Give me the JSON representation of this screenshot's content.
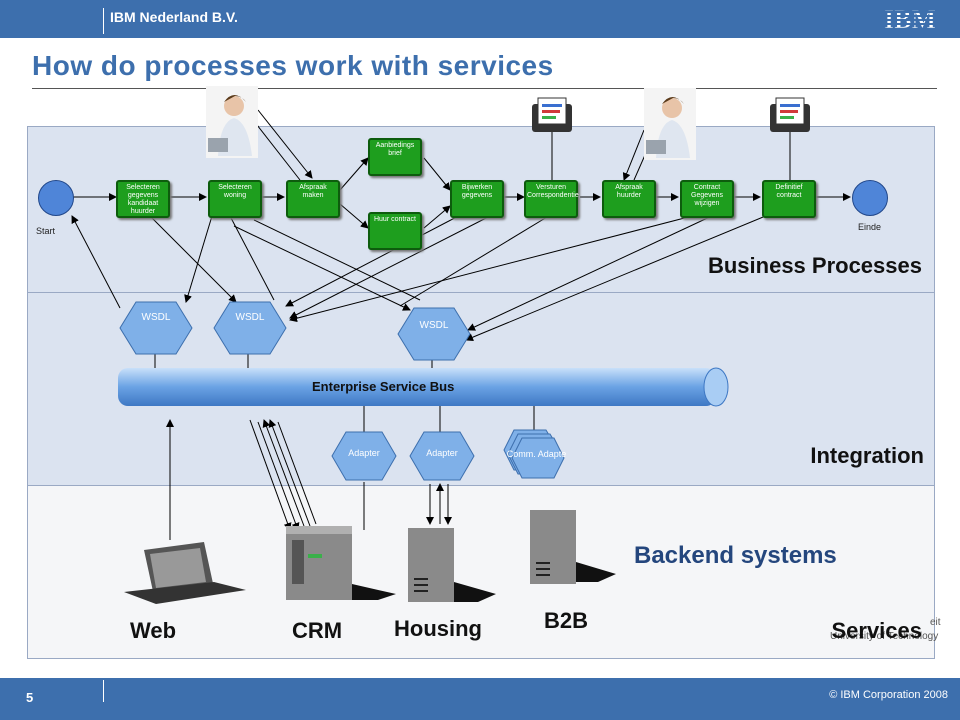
{
  "header": {
    "company": "IBM Nederland B.V.",
    "logo_text": "IBM"
  },
  "title": "How do processes work with services",
  "layers": {
    "business": "Business Processes",
    "integration": "Integration",
    "services": "Services"
  },
  "process": {
    "start": "Start",
    "end": "Einde",
    "tasks": [
      "Selecteren gegevens kandidaat huurder",
      "Selecteren woning",
      "Afspraak maken",
      "Aanbiedings brief",
      "Huur contract",
      "Bijwerken gegevens",
      "Versturen Correspondentie",
      "Afspraak huurder",
      "Contract Gegevens wijzigen",
      "Definitief contract"
    ]
  },
  "integration": {
    "wsdl": [
      "WSDL",
      "WSDL",
      "WSDL"
    ],
    "esb": "Enterprise Service Bus",
    "adapters": [
      "Adapter",
      "Adapter"
    ],
    "comm_adapter": "Comm. Adapter"
  },
  "backend": {
    "label": "Backend systems",
    "systems": [
      "Web",
      "CRM",
      "Housing",
      "B2B"
    ]
  },
  "footer": {
    "page": "5",
    "copyright": "© IBM Corporation 2008",
    "university_lines": [
      "eit",
      "University of Technology"
    ]
  },
  "colors": {
    "brand": "#3d6fad",
    "task": "#1e9e1e",
    "band": "#dbe3f0",
    "esb": "#7fb0e8"
  }
}
